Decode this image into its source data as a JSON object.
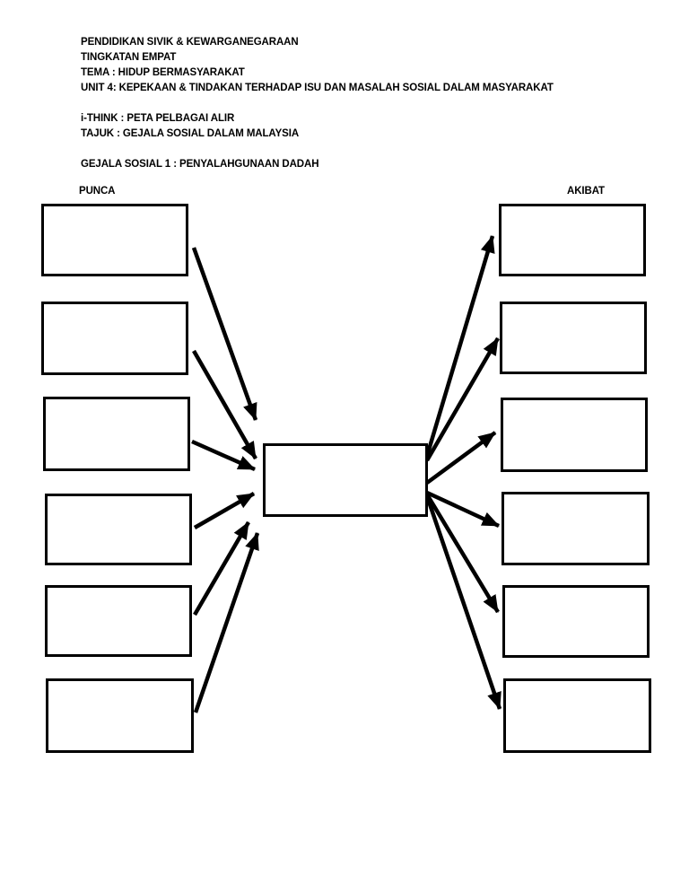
{
  "document": {
    "title_block": [
      "PENDIDIKAN SIVIK & KEWARGANEGARAAN",
      "TINGKATAN EMPAT",
      "TEMA : HIDUP BERMASYARAKAT",
      "UNIT 4: KEPEKAAN & TINDAKAN TERHADAP ISU DAN MASALAH SOSIAL DALAM MASYARAKAT"
    ],
    "ithink_block": [
      "i-THINK : PETA PELBAGAI ALIR",
      "TAJUK : GEJALA SOSIAL DALAM MALAYSIA"
    ],
    "topic_line": "GEJALA SOSIAL 1 : PENYALAHGUNAAN DADAH"
  },
  "diagram": {
    "type": "multi-flow-map",
    "left_column_label": "PUNCA",
    "right_column_label": "AKIBAT",
    "center_box": {
      "value": ""
    },
    "left_boxes": [
      {
        "value": ""
      },
      {
        "value": ""
      },
      {
        "value": ""
      },
      {
        "value": ""
      },
      {
        "value": ""
      },
      {
        "value": ""
      }
    ],
    "right_boxes": [
      {
        "value": ""
      },
      {
        "value": ""
      },
      {
        "value": ""
      },
      {
        "value": ""
      },
      {
        "value": ""
      },
      {
        "value": ""
      }
    ],
    "colors": {
      "ink": "#000000",
      "paper": "#ffffff"
    }
  }
}
